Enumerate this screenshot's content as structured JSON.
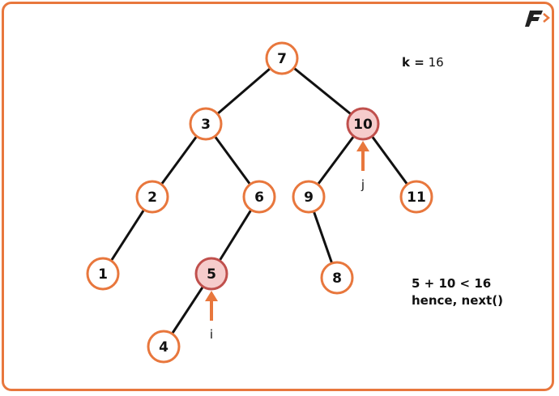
{
  "nodes": [
    {
      "value": "7",
      "highlight": false
    },
    {
      "value": "3",
      "highlight": false
    },
    {
      "value": "10",
      "highlight": true
    },
    {
      "value": "2",
      "highlight": false
    },
    {
      "value": "6",
      "highlight": false
    },
    {
      "value": "9",
      "highlight": false
    },
    {
      "value": "11",
      "highlight": false
    },
    {
      "value": "1",
      "highlight": false
    },
    {
      "value": "5",
      "highlight": true
    },
    {
      "value": "8",
      "highlight": false
    },
    {
      "value": "4",
      "highlight": false
    }
  ],
  "edges": [
    [
      0,
      1
    ],
    [
      0,
      2
    ],
    [
      1,
      3
    ],
    [
      1,
      4
    ],
    [
      2,
      5
    ],
    [
      2,
      6
    ],
    [
      3,
      7
    ],
    [
      4,
      8
    ],
    [
      5,
      9
    ],
    [
      8,
      10
    ]
  ],
  "pointers": [
    {
      "label": "i",
      "node": 8
    },
    {
      "label": "j",
      "node": 2
    }
  ],
  "k_label": "k =",
  "k_value": "16",
  "note": {
    "line1": "5 + 10 < 16",
    "line2": "hence, next()"
  },
  "colors": {
    "accent": "#e8773d",
    "highlight_fill": "#f6cccc",
    "highlight_stroke": "#c0504d",
    "edge": "#111111"
  }
}
